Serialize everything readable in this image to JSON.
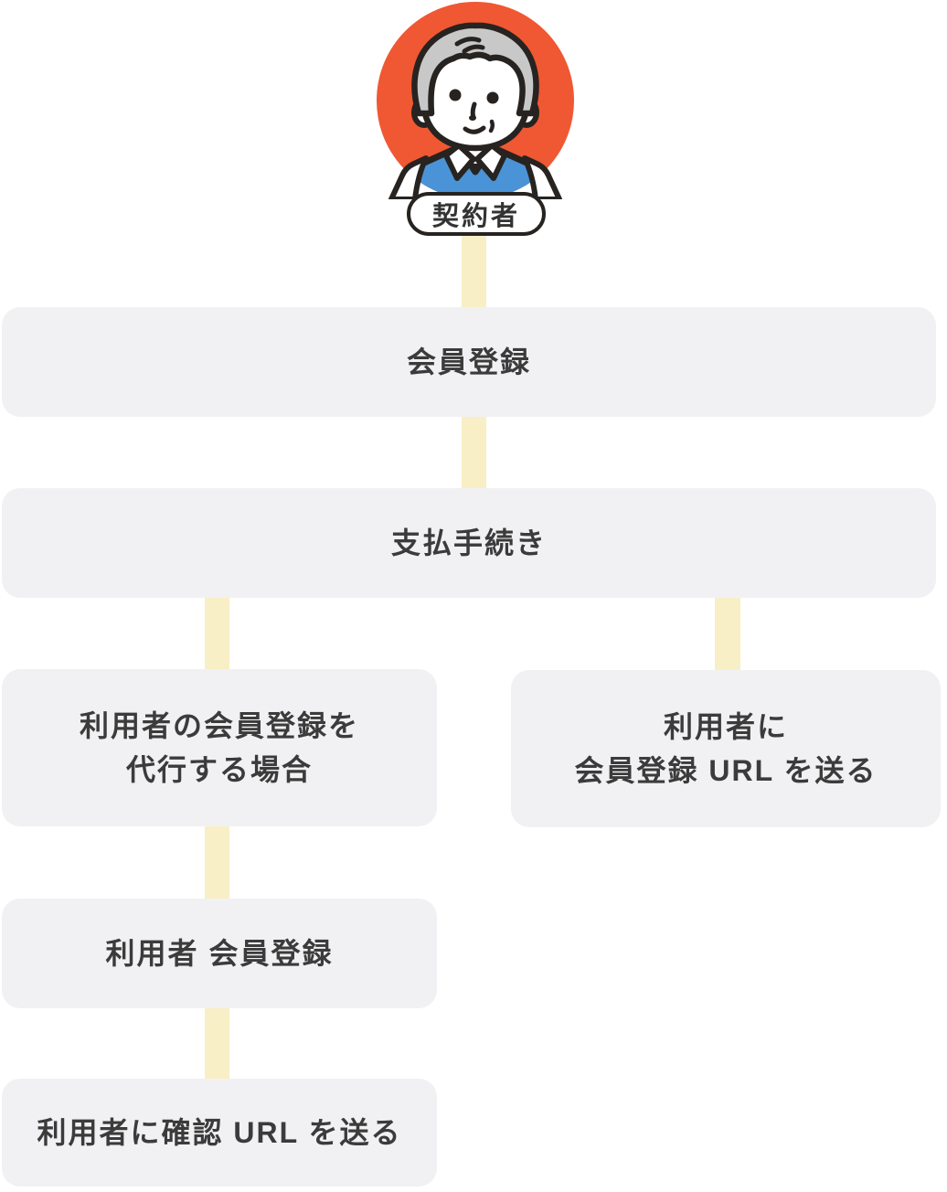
{
  "avatar": {
    "label": "契約者"
  },
  "nodes": {
    "member_registration": {
      "label": "会員登録"
    },
    "payment_procedure": {
      "label": "支払手続き"
    },
    "proxy_case": {
      "line1": "利用者の会員登録を",
      "line2": "代行する場合"
    },
    "send_registration_url": {
      "line1": "利用者に",
      "line2": "会員登録 URL を送る"
    },
    "user_member_registration": {
      "label": "利用者 会員登録"
    },
    "send_confirmation_url": {
      "label": "利用者に確認 URL を送る"
    }
  },
  "colors": {
    "background": "#FFFFFF",
    "box_background": "#F1F1F3",
    "connector_yellow": "#F8EFC7",
    "text_dark": "#3B3B3B",
    "outline_dark": "#272320",
    "avatar_orange": "#EF5833",
    "sweater_blue": "#4A93D6",
    "hair_gray": "#C8C8C8",
    "pill_background": "#FFFFFF"
  }
}
